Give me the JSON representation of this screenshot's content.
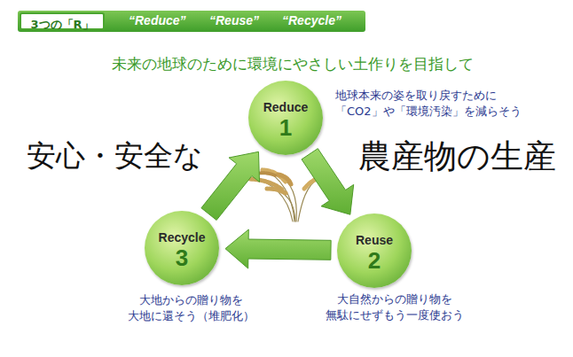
{
  "diagram": {
    "title": "未来の地球のために環境にやさしい土作りを目指して",
    "nodes": [
      {
        "text": [
          "“Reduce”",
          "“Reuse”",
          "“Recycle”"
        ]
      },
      {
        "text": [
          "3つの「R」"
        ],
        "in": 0
      },
      {
        "text": [
          "Reduce",
          "1",
          "地球本来の姿を取り戻すために 「CO2」や「環境汚染」を減らそう"
        ]
      },
      {
        "text": [
          "Reuse",
          "2",
          "大自然からの贈り物を 無駄にせずもう一度使おう"
        ]
      },
      {
        "text": [
          "Recycle",
          "3",
          "大地からの贈り物を 大地に還そう（堆肥化）"
        ]
      }
    ],
    "edges": [
      {
        "from": 2,
        "to": 3,
        "arrow": "to"
      },
      {
        "from": 3,
        "to": 4,
        "arrow": "to"
      },
      {
        "from": 4,
        "to": 2,
        "arrow": "to"
      }
    ],
    "labels": [
      "安心・安全な",
      "農産物の生産"
    ]
  }
}
